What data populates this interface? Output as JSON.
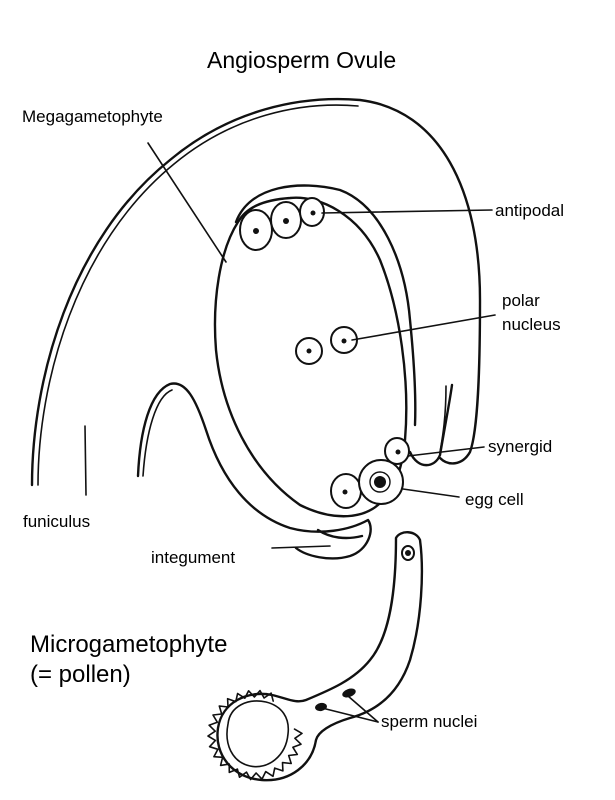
{
  "title": "Angiosperm Ovule",
  "labels": {
    "megagametophyte": "Megagametophyte",
    "antipodal": "antipodal",
    "polar_line1": "polar",
    "polar_line2": "nucleus",
    "synergid": "synergid",
    "egg_cell": "egg cell",
    "funiculus": "funiculus",
    "integument": "integument",
    "microgametophyte": "Microgametophyte",
    "pollen": "(= pollen)",
    "sperm_nuclei": "sperm nuclei"
  },
  "colors": {
    "ink": "#111111",
    "background": "#ffffff"
  }
}
